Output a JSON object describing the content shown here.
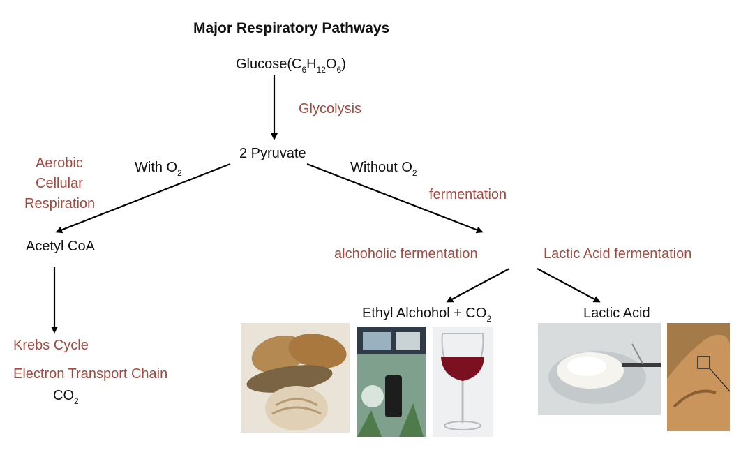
{
  "title": "Major Respiratory Pathways",
  "nodes": {
    "glucose": {
      "text": "Glucose(C",
      "sub1": "6",
      "mid1": "H",
      "sub2": "12",
      "mid2": "O",
      "sub3": "6",
      "end": ")"
    },
    "pyruvate": "2 Pyruvate",
    "acetyl": "Acetyl CoA",
    "ethyl": {
      "text": "Ethyl Alchohol + CO",
      "sub": "2"
    },
    "lactic_acid": "Lactic Acid",
    "co2": {
      "text": "CO",
      "sub": "2"
    }
  },
  "labels": {
    "glycolysis": "Glycolysis",
    "with_o2": {
      "text": "With O",
      "sub": "2"
    },
    "without_o2": {
      "text": "Without O",
      "sub": "2"
    },
    "aerobic_1": "Aerobic",
    "aerobic_2": "Cellular",
    "aerobic_3": "Respiration",
    "fermentation": "fermentation",
    "alcoholic": "alchoholic fermentation",
    "lactic_ferm": "Lactic Acid fermentation",
    "krebs": "Krebs Cycle",
    "etc": "Electron Transport Chain"
  },
  "colors": {
    "process_label": "#a44a3f",
    "text": "#111111",
    "arrow": "#000000"
  },
  "images": {
    "bread": "bread-loaves-photo",
    "pump": "ethanol-fuel-pump-photo",
    "wine": "red-wine-glass-photo",
    "yogurt": "strained-yogurt-photo",
    "muscle": "muscle-arm-photo"
  }
}
